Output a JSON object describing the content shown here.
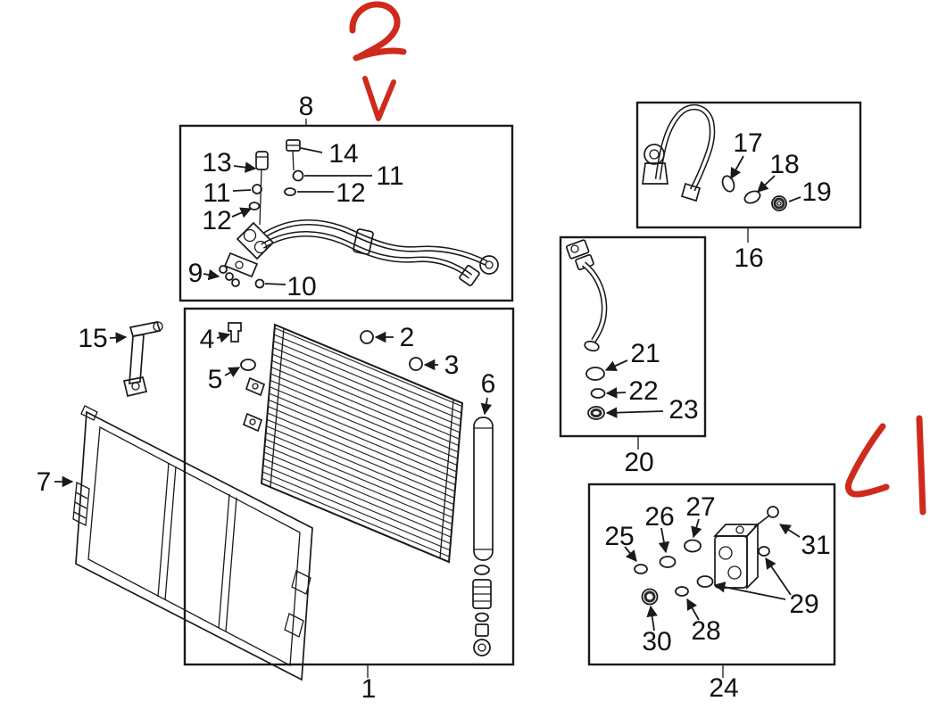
{
  "page": {
    "background": "#ffffff"
  },
  "diagram": {
    "kind": "exploded-parts-diagram",
    "subject": "air-conditioning-condenser-and-lines",
    "line_color": "#1a1a1a"
  },
  "labels": {
    "l1": "1",
    "l2": "2",
    "l3": "3",
    "l4": "4",
    "l5": "5",
    "l6": "6",
    "l7": "7",
    "l8": "8",
    "l9": "9",
    "l10": "10",
    "l11a": "11",
    "l11b": "11",
    "l12a": "12",
    "l12b": "12",
    "l13": "13",
    "l14": "14",
    "l15": "15",
    "l16": "16",
    "l17": "17",
    "l18": "18",
    "l19": "19",
    "l20": "20",
    "l21": "21",
    "l22": "22",
    "l23": "23",
    "l24": "24",
    "l25": "25",
    "l26": "26",
    "l27": "27",
    "l28": "28",
    "l29": "29",
    "l30": "30",
    "l31": "31"
  },
  "annotations": {
    "pen_color": "#cf2a1c",
    "top_mark": "2",
    "check_mark": "✓",
    "side_mark": "21"
  }
}
